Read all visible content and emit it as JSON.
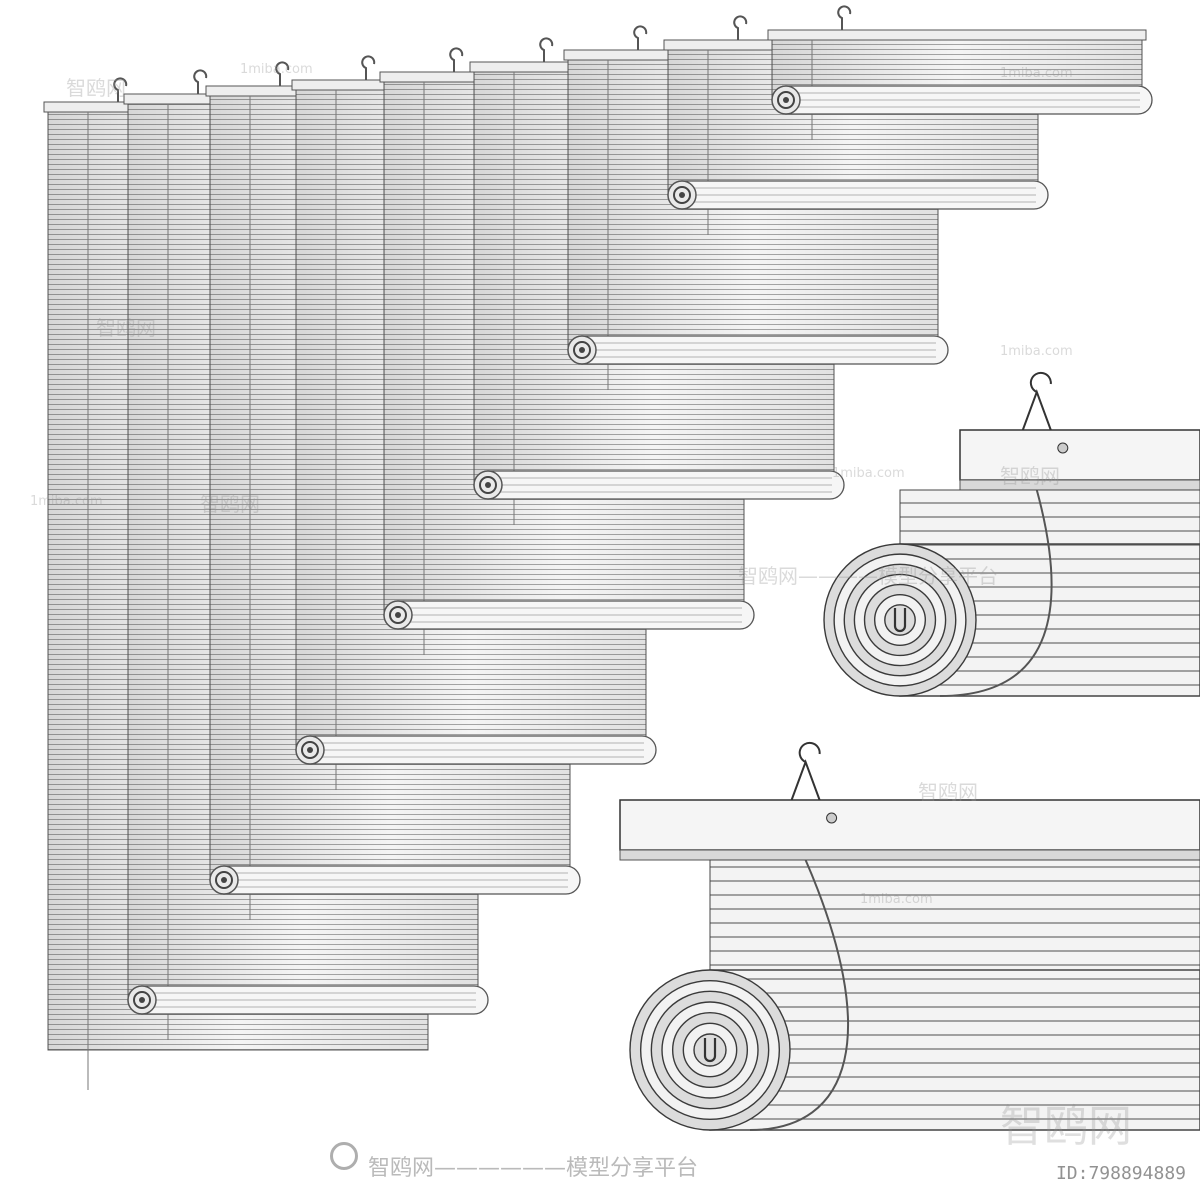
{
  "watermarks": {
    "site_small": "1miba.com",
    "brand_cn": "智鸥网",
    "brand_big": "智鸥网",
    "banner": "智鸥网——————模型分享平台",
    "banner_mid": "智鸥网————模型分享平台",
    "id_text": "ID:798894889"
  },
  "scene": {
    "background": "#ffffff",
    "slat_color": "#f2f2f2",
    "edge_color": "#555555",
    "rail_color": "#eeeeee"
  }
}
